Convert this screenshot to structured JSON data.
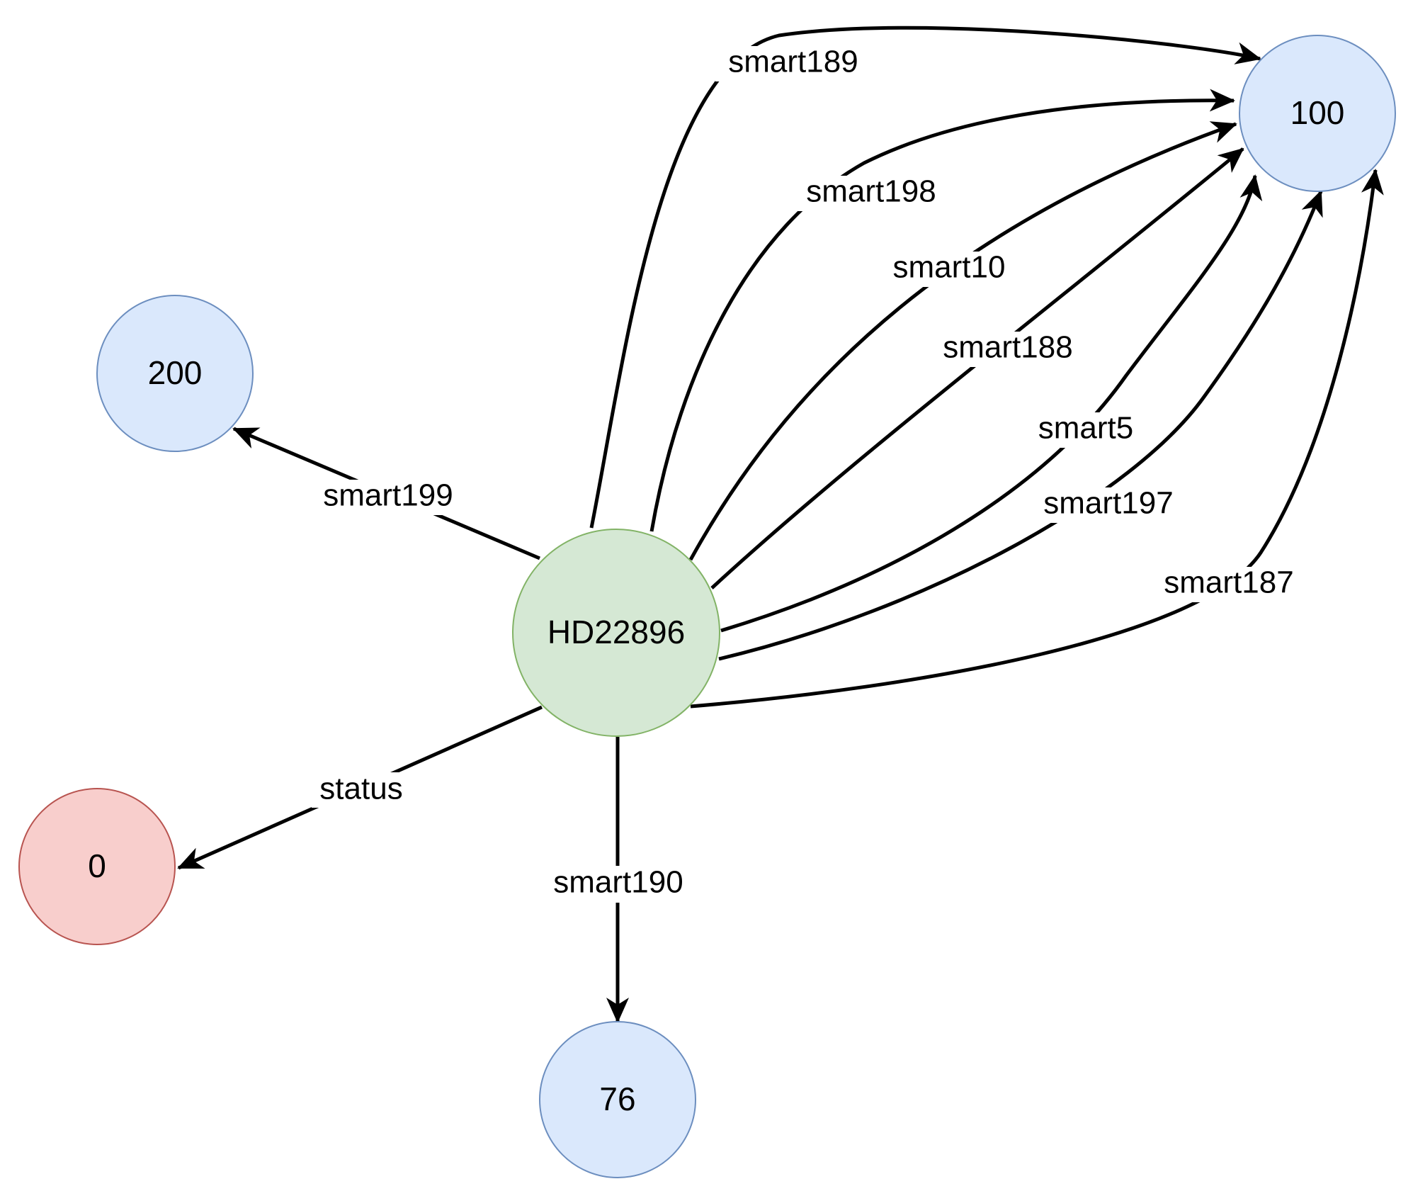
{
  "nodes": {
    "hub": {
      "label": "HD22896",
      "fill": "#d5e8d4",
      "stroke": "#82b366"
    },
    "n100": {
      "label": "100",
      "fill": "#dae8fc",
      "stroke": "#6c8ebf"
    },
    "n200": {
      "label": "200",
      "fill": "#dae8fc",
      "stroke": "#6c8ebf"
    },
    "n0": {
      "label": "0",
      "fill": "#f8cecc",
      "stroke": "#b85450"
    },
    "n76": {
      "label": "76",
      "fill": "#dae8fc",
      "stroke": "#6c8ebf"
    }
  },
  "edges": {
    "smart189": {
      "label": "smart189",
      "from": "HD22896",
      "to": "100"
    },
    "smart198": {
      "label": "smart198",
      "from": "HD22896",
      "to": "100"
    },
    "smart10": {
      "label": "smart10",
      "from": "HD22896",
      "to": "100"
    },
    "smart188": {
      "label": "smart188",
      "from": "HD22896",
      "to": "100"
    },
    "smart5": {
      "label": "smart5",
      "from": "HD22896",
      "to": "100"
    },
    "smart197": {
      "label": "smart197",
      "from": "HD22896",
      "to": "100"
    },
    "smart187": {
      "label": "smart187",
      "from": "HD22896",
      "to": "100"
    },
    "smart199": {
      "label": "smart199",
      "from": "HD22896",
      "to": "200"
    },
    "status": {
      "label": "status",
      "from": "HD22896",
      "to": "0"
    },
    "smart190": {
      "label": "smart190",
      "from": "HD22896",
      "to": "76"
    }
  }
}
